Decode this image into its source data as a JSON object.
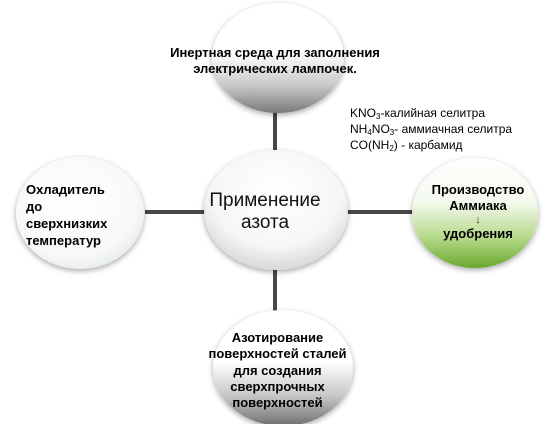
{
  "center": {
    "lines": [
      "Применение",
      "азота"
    ]
  },
  "top": {
    "lines": [
      "Инертная среда для заполнения",
      "электрических лампочек."
    ]
  },
  "left": {
    "lines": [
      "Охладитель",
      "до",
      "сверхнизких",
      "температур"
    ]
  },
  "right": {
    "lines": [
      "Производство",
      "Аммиака",
      "удобрения"
    ],
    "arrow_icon": "arrow-down-icon",
    "arrow_glyph": "↓"
  },
  "bottom": {
    "lines": [
      "Азотирование",
      "поверхностей сталей",
      "для создания",
      "сверхпрочных",
      "поверхностей"
    ]
  },
  "formulas": [
    {
      "formula_parts": [
        "KNO",
        "3"
      ],
      "description": "-калийная селитра"
    },
    {
      "formula_parts": [
        "NH",
        "4",
        "NO",
        "3"
      ],
      "description": "- аммиачная селитра"
    },
    {
      "formula_parts": [
        "CO(NH",
        "2",
        ")"
      ],
      "description": " - карбамид"
    }
  ],
  "colors": {
    "connector": "#474747",
    "center_fill": "#ffffff",
    "peripheral_fill": "#ffffff",
    "peripheral_shadow": "#8a8a8a",
    "accent_green": "#7ab83a",
    "accent_green_light": "#eef6e4"
  }
}
